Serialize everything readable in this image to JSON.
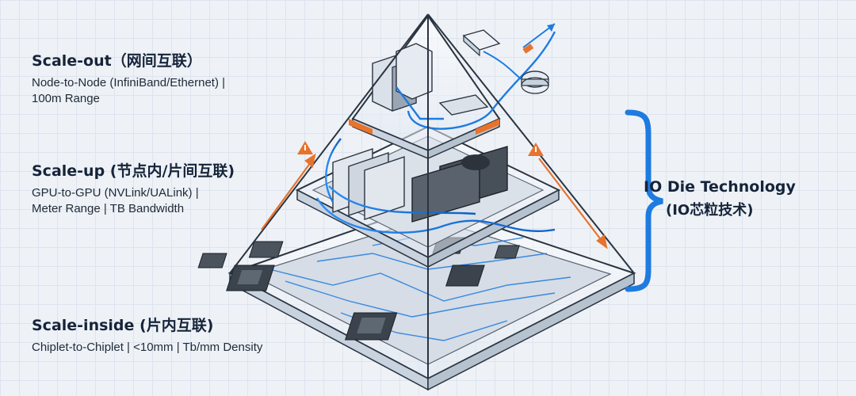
{
  "tiers": {
    "scale_out": {
      "title": "Scale-out（网间互联）",
      "desc_line1": "Node-to-Node (InfiniBand/Ethernet) |",
      "desc_line2": "100m Range"
    },
    "scale_up": {
      "title": "Scale-up (节点内/片间互联)",
      "desc_line1": "GPU-to-GPU (NVLink/UALink) |",
      "desc_line2": "Meter Range | TB Bandwidth"
    },
    "scale_inside": {
      "title": "Scale-inside (片内互联)",
      "desc_line1": "Chiplet-to-Chiplet | <10mm | Tb/mm Density"
    }
  },
  "bracket_label": {
    "line1": "IO Die Technology",
    "line2": "(IO芯粒技术)"
  },
  "colors": {
    "accent_blue": "#1e7be0",
    "arrow_orange": "#e8732c",
    "outline": "#2a3440"
  },
  "icons": [
    "server-rack-icon",
    "network-switch-icon",
    "router-icon",
    "gpu-card-icon",
    "chip-icon",
    "warning-icon",
    "brace-icon"
  ]
}
